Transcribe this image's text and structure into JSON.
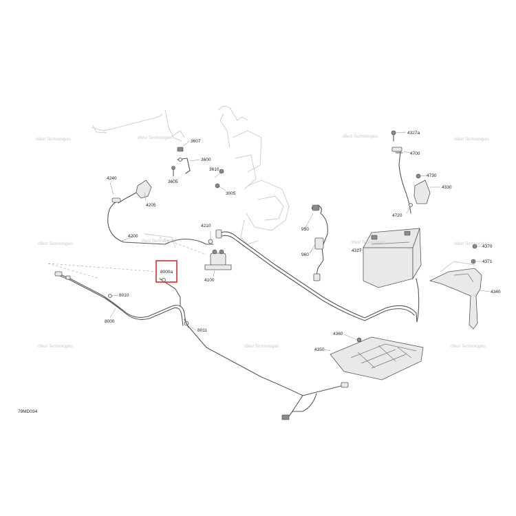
{
  "diagram": {
    "drawing_code": "79MD034",
    "highlight_color": "#d62b2b",
    "highlighted_part": "8000a",
    "watermark_text": "rBest Technologies",
    "callouts": [
      "3607",
      "3600",
      "3610",
      "3605",
      "3005",
      "4240",
      "4205",
      "4210",
      "4200",
      "4100",
      "8000a",
      "8010",
      "8000",
      "8011",
      "950",
      "960",
      "4327a",
      "4700",
      "4730",
      "4330",
      "4720",
      "4327",
      "4370",
      "4371",
      "4340",
      "4360",
      "4350"
    ]
  }
}
